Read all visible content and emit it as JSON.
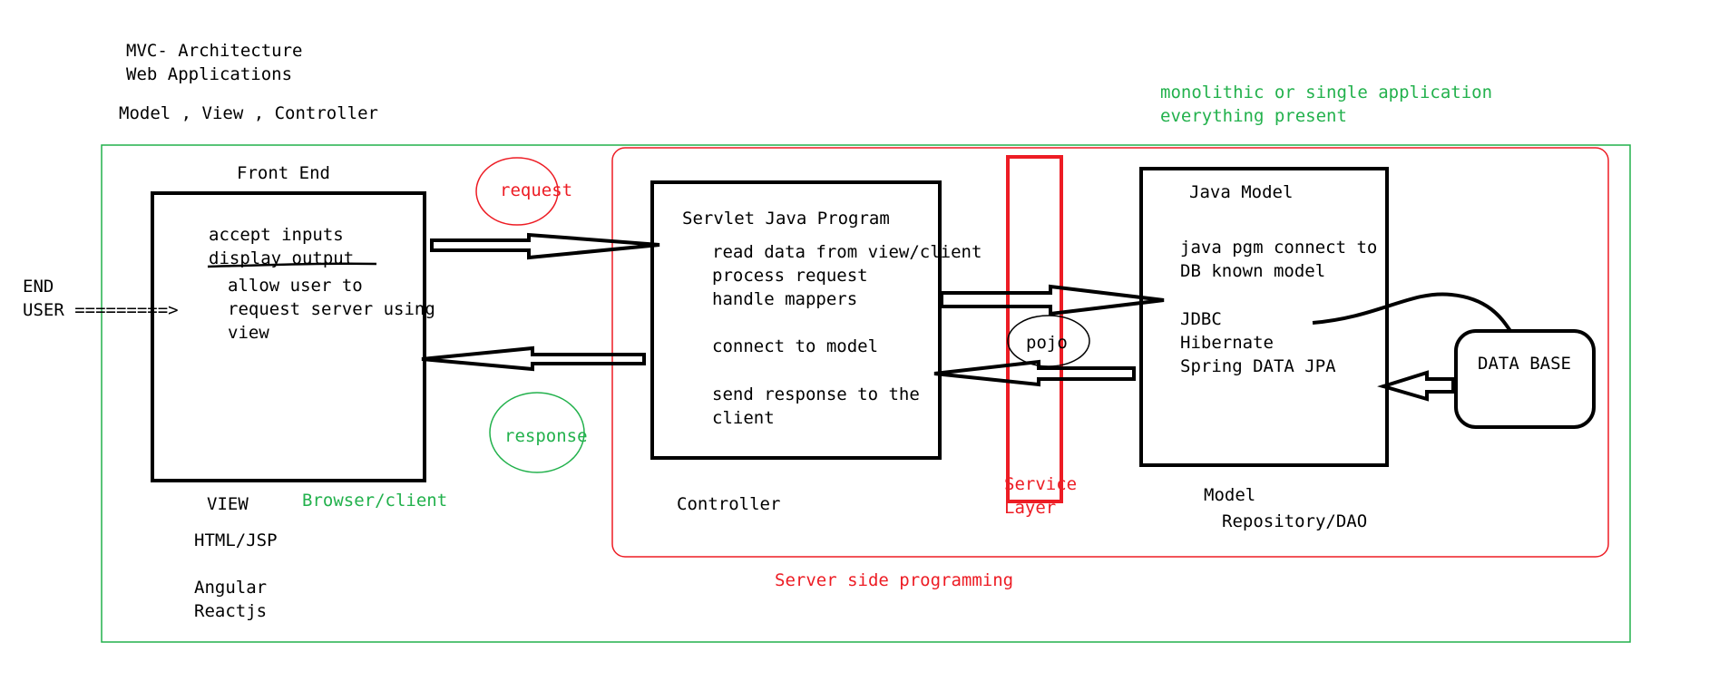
{
  "colors": {
    "ink": "#000000",
    "green": "#22b14c",
    "red": "#ed1c24"
  },
  "header": {
    "title_line1": "MVC- Architecture",
    "title_line2": "Web Applications",
    "subtitle": "Model , View , Controller"
  },
  "note": {
    "line1": "monolithic or single application",
    "line2": "everything present"
  },
  "end_user": {
    "line1": "END",
    "line2": "USER =========>"
  },
  "frontend": {
    "heading": "Front End",
    "line1": "accept inputs",
    "line2": "display output",
    "line3": "allow user to",
    "line4": "request server using",
    "line5": "view",
    "label_view": "VIEW",
    "label_browser": "Browser/client",
    "tech1": "HTML/JSP",
    "tech2": "Angular",
    "tech3": "Reactjs"
  },
  "request_label": "request",
  "response_label": "response",
  "controller": {
    "title": "Servlet Java Program",
    "line1": "read data from view/client",
    "line2": "process request",
    "line3": "handle mappers",
    "line4": "connect to model",
    "line5": "send response to the",
    "line6": "client",
    "label": "Controller"
  },
  "service": {
    "pojo": "pojo",
    "label_line1": "Service",
    "label_line2": "Layer"
  },
  "model": {
    "title": "Java Model",
    "line1": "java pgm connect to",
    "line2": "DB known model",
    "line3": "JDBC",
    "line4": "Hibernate",
    "line5": "Spring DATA JPA",
    "label": "Model",
    "sublabel": "Repository/DAO"
  },
  "database": {
    "label": "DATA BASE"
  },
  "server_side_label": "Server side programming"
}
